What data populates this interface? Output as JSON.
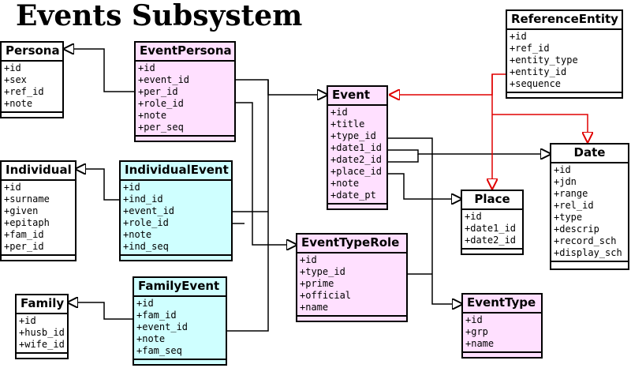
{
  "title": "Events Subsystem",
  "colors": {
    "pink": "#ffe0ff",
    "cyan": "#cfffff",
    "white": "#ffffff",
    "reference_link": "#e00000",
    "link": "#000000"
  },
  "entities": {
    "persona": {
      "name": "Persona",
      "fields": [
        "+id",
        "+sex",
        "+ref_id",
        "+note"
      ]
    },
    "event_persona": {
      "name": "EventPersona",
      "fields": [
        "+id",
        "+event_id",
        "+per_id",
        "+role_id",
        "+note",
        "+per_seq"
      ]
    },
    "event": {
      "name": "Event",
      "fields": [
        "+id",
        "+title",
        "+type_id",
        "+date1_id",
        "+date2_id",
        "+place_id",
        "+note",
        "+date_pt"
      ]
    },
    "reference_entity": {
      "name": "ReferenceEntity",
      "fields": [
        "+id",
        "+ref_id",
        "+entity_type",
        "+entity_id",
        "+sequence"
      ]
    },
    "date": {
      "name": "Date",
      "fields": [
        "+id",
        "+jdn",
        "+range",
        "+rel_id",
        "+type",
        "+descrip",
        "+record_sch",
        "+display_sch"
      ]
    },
    "individual": {
      "name": "Individual",
      "fields": [
        "+id",
        "+surname",
        "+given",
        "+epitaph",
        "+fam_id",
        "+per_id"
      ]
    },
    "individual_event": {
      "name": "IndividualEvent",
      "fields": [
        "+id",
        "+ind_id",
        "+event_id",
        "+role_id",
        "+note",
        "+ind_seq"
      ]
    },
    "place": {
      "name": "Place",
      "fields": [
        "+id",
        "+date1_id",
        "+date2_id"
      ]
    },
    "event_type_role": {
      "name": "EventTypeRole",
      "fields": [
        "+id",
        "+type_id",
        "+prime",
        "+official",
        "+name"
      ]
    },
    "family": {
      "name": "Family",
      "fields": [
        "+id",
        "+husb_id",
        "+wife_id"
      ]
    },
    "family_event": {
      "name": "FamilyEvent",
      "fields": [
        "+id",
        "+fam_id",
        "+event_id",
        "+note",
        "+fam_seq"
      ]
    },
    "event_type": {
      "name": "EventType",
      "fields": [
        "+id",
        "+grp",
        "+name"
      ]
    }
  }
}
